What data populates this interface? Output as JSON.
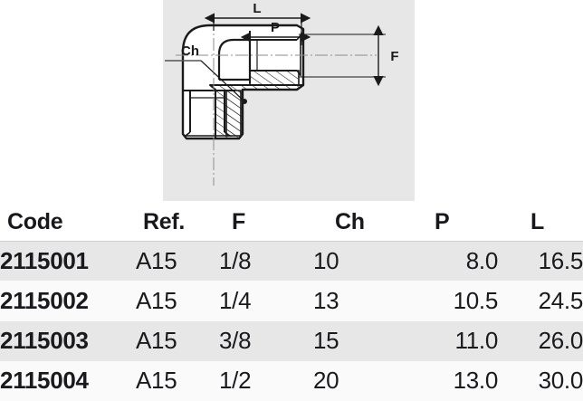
{
  "drawing": {
    "title": "90-degree elbow pipe fitting technical drawing",
    "background_color": "#e7e7e7",
    "line_color": "#1a1a1a",
    "dimension_labels": {
      "length": "L",
      "pitch": "P",
      "face": "F",
      "chamfer": "Ch"
    }
  },
  "table": {
    "headers": [
      "Code",
      "Ref.",
      "F",
      "Ch",
      "P",
      "L"
    ],
    "rows": [
      {
        "code": "2115001",
        "ref": "A15",
        "f": "1/8",
        "ch": "10",
        "p": "8.0",
        "l": "16.5"
      },
      {
        "code": "2115002",
        "ref": "A15",
        "f": "1/4",
        "ch": "13",
        "p": "10.5",
        "l": "24.5"
      },
      {
        "code": "2115003",
        "ref": "A15",
        "f": "3/8",
        "ch": "15",
        "p": "11.0",
        "l": "26.0"
      },
      {
        "code": "2115004",
        "ref": "A15",
        "f": "1/2",
        "ch": "20",
        "p": "13.0",
        "l": "30.0"
      }
    ],
    "row_colors": {
      "odd": "#e7e7e7",
      "even": "#fafafa",
      "header": "#ffffff"
    }
  }
}
